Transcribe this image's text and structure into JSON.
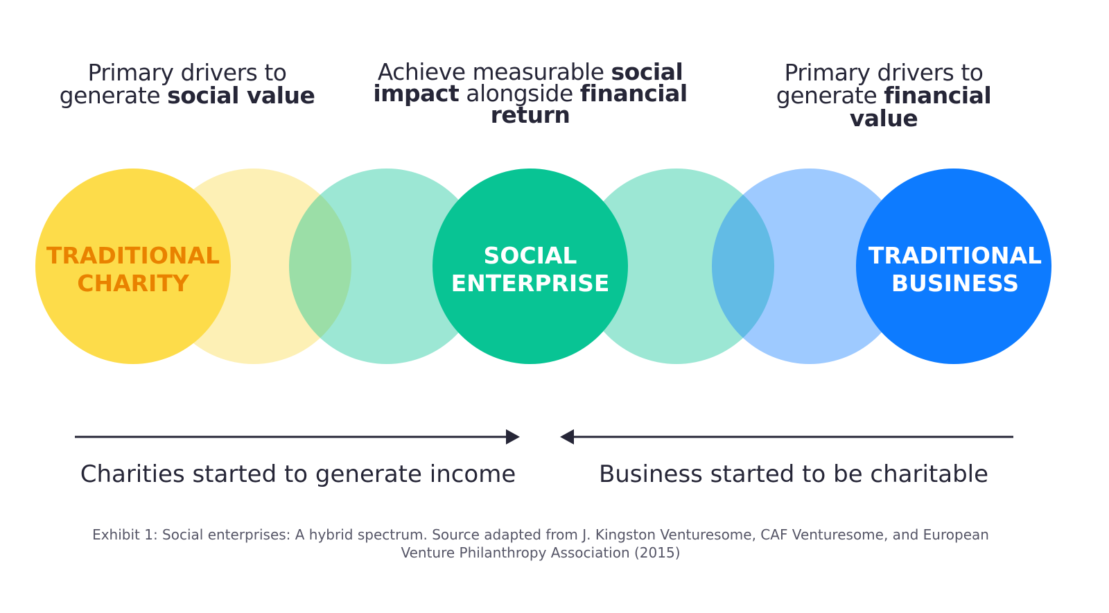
{
  "headings": {
    "left": {
      "line1": "Primary drivers to",
      "pre": "generate ",
      "bold": "social value"
    },
    "center": {
      "pre": "Achieve measurable ",
      "bold1": "social impact",
      "mid": " alongside ",
      "bold2": "financial return"
    },
    "right": {
      "line1": "Primary drivers to",
      "pre": "generate ",
      "bold": "financial value"
    }
  },
  "circles": {
    "charity": {
      "line1": "TRADITIONAL",
      "line2": "CHARITY"
    },
    "social": {
      "line1": "SOCIAL",
      "line2": "ENTERPRISE"
    },
    "business": {
      "line1": "TRADITIONAL",
      "line2": "BUSINESS"
    }
  },
  "colors": {
    "yellow": "#FDDC4A",
    "light_yellow": "#FDF0B5",
    "green": "#08C494",
    "blue": "#0D7BFF",
    "orange_text": "#E98200",
    "ink": "#262637"
  },
  "captions": {
    "left": "Charities started to generate income",
    "right": "Business started to be charitable"
  },
  "source": {
    "line1": "Exhibit 1: Social enterprises: A hybrid spectrum. Source adapted from J. Kingston Venturesome, CAF Venturesome, and European",
    "line2": "Venture Philanthropy Association (2015)"
  }
}
